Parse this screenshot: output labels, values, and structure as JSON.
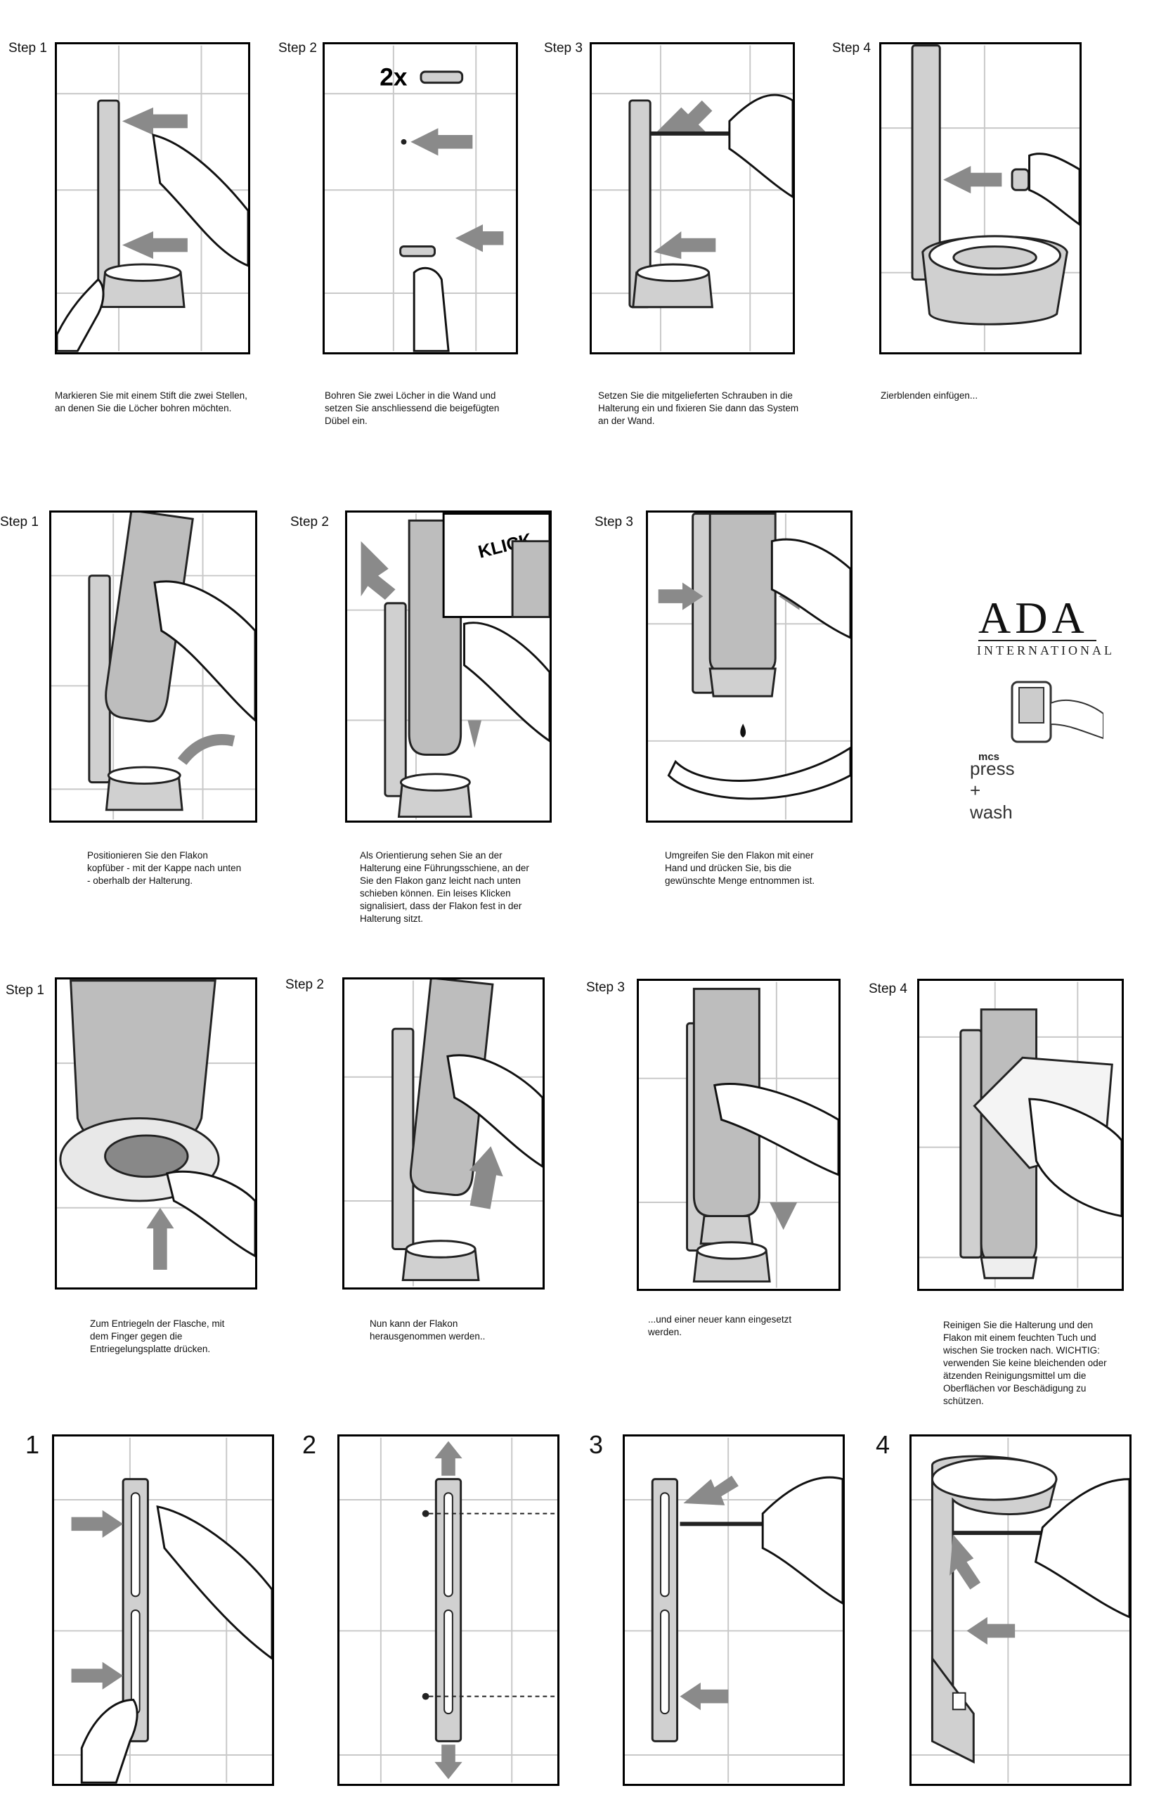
{
  "rows": {
    "mounting": [
      {
        "label": "Step 1",
        "caption": "Markieren Sie mit einem Stift die zwei Stellen, an denen Sie die Löcher bohren möchten."
      },
      {
        "label": "Step 2",
        "caption": "Bohren Sie zwei Löcher in die Wand und setzen Sie anschliessend die beigefügten Dübel ein.",
        "badge": "2x"
      },
      {
        "label": "Step 3",
        "caption": "Setzen Sie die mitgelieferten Schrauben in die Halterung ein und fixieren Sie dann das System an der Wand."
      },
      {
        "label": "Step 4",
        "caption": "Zierblenden einfügen..."
      }
    ],
    "insert": [
      {
        "label": "Step 1",
        "caption": "Positionieren Sie den Flakon kopfüber - mit der Kappe nach unten - oberhalb der Halterung."
      },
      {
        "label": "Step 2",
        "caption": "Als Orientierung sehen Sie an der Halterung eine Führungsschiene, an der Sie den Flakon ganz leicht nach unten schieben können. Ein leises Klicken signalisiert, dass der Flakon fest in der Halterung sitzt.",
        "badge": "KLICK"
      },
      {
        "label": "Step 3",
        "caption": "Umgreifen Sie den Flakon mit einer Hand und drücken Sie, bis die gewünschte Menge entnommen ist."
      }
    ],
    "replace": [
      {
        "label": "Step 1",
        "caption": "Zum Entriegeln der Flasche, mit dem Finger gegen die Entriegelungsplatte drücken."
      },
      {
        "label": "Step 2",
        "caption": "Nun kann der Flakon herausgenommen werden.."
      },
      {
        "label": "Step 3",
        "caption": "...und einer neuer kann eingesetzt werden."
      },
      {
        "label": "Step 4",
        "caption": "Reinigen Sie die Halterung und den Flakon mit einem feuchten Tuch und wischen Sie trocken nach. WICHTIG: verwenden Sie keine bleichenden oder ätzenden Reinigungsmittel um die Oberflächen vor Beschädigung zu schützen."
      }
    ],
    "alternative": [
      {
        "label": "1"
      },
      {
        "label": "2"
      },
      {
        "label": "3"
      },
      {
        "label": "4"
      }
    ]
  },
  "logo": {
    "brand": "ADA",
    "sub": "INTERNATIONAL",
    "line_small": "mcs",
    "line_large": "press + wash"
  },
  "colors": {
    "frame": "#000000",
    "part": "#d0d0d0",
    "flask": "#bdbdbd",
    "arrow": "#8a8a8a",
    "tile": "#c8c8c8"
  }
}
